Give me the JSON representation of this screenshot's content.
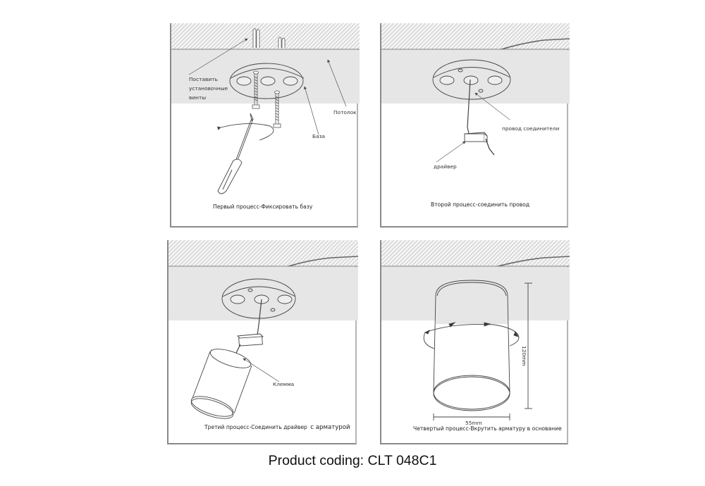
{
  "panels": [
    {
      "id": "step1",
      "caption": "Первый процесс-Фиксировать базу",
      "labels": {
        "screws": [
          "Поставить",
          "установочные",
          "винты"
        ],
        "ceiling": "Потолок",
        "base": "База"
      }
    },
    {
      "id": "step2",
      "caption": "Второй процесс-соединить провод",
      "labels": {
        "wire": "провод соединители",
        "driver": "драйвер"
      }
    },
    {
      "id": "step3",
      "caption_main": "Третий процесс-Соединить драйвер",
      "caption_tail": "с арматурой",
      "labels": {
        "terminal": "Клемма"
      }
    },
    {
      "id": "step4",
      "caption": "Четвертый процесс-Вкрутить арматуру в основание",
      "labels": {
        "height": "120mm",
        "width": "55mm"
      }
    }
  ],
  "footer": {
    "product_coding": "Product coding: CLT 048C1"
  },
  "colors": {
    "hatch_bg": "#f3f3f3",
    "hatch_line": "#b8b8b8",
    "ceiling_band": "#e6e6e6",
    "line": "#555555",
    "border": "#8a8a8a"
  }
}
